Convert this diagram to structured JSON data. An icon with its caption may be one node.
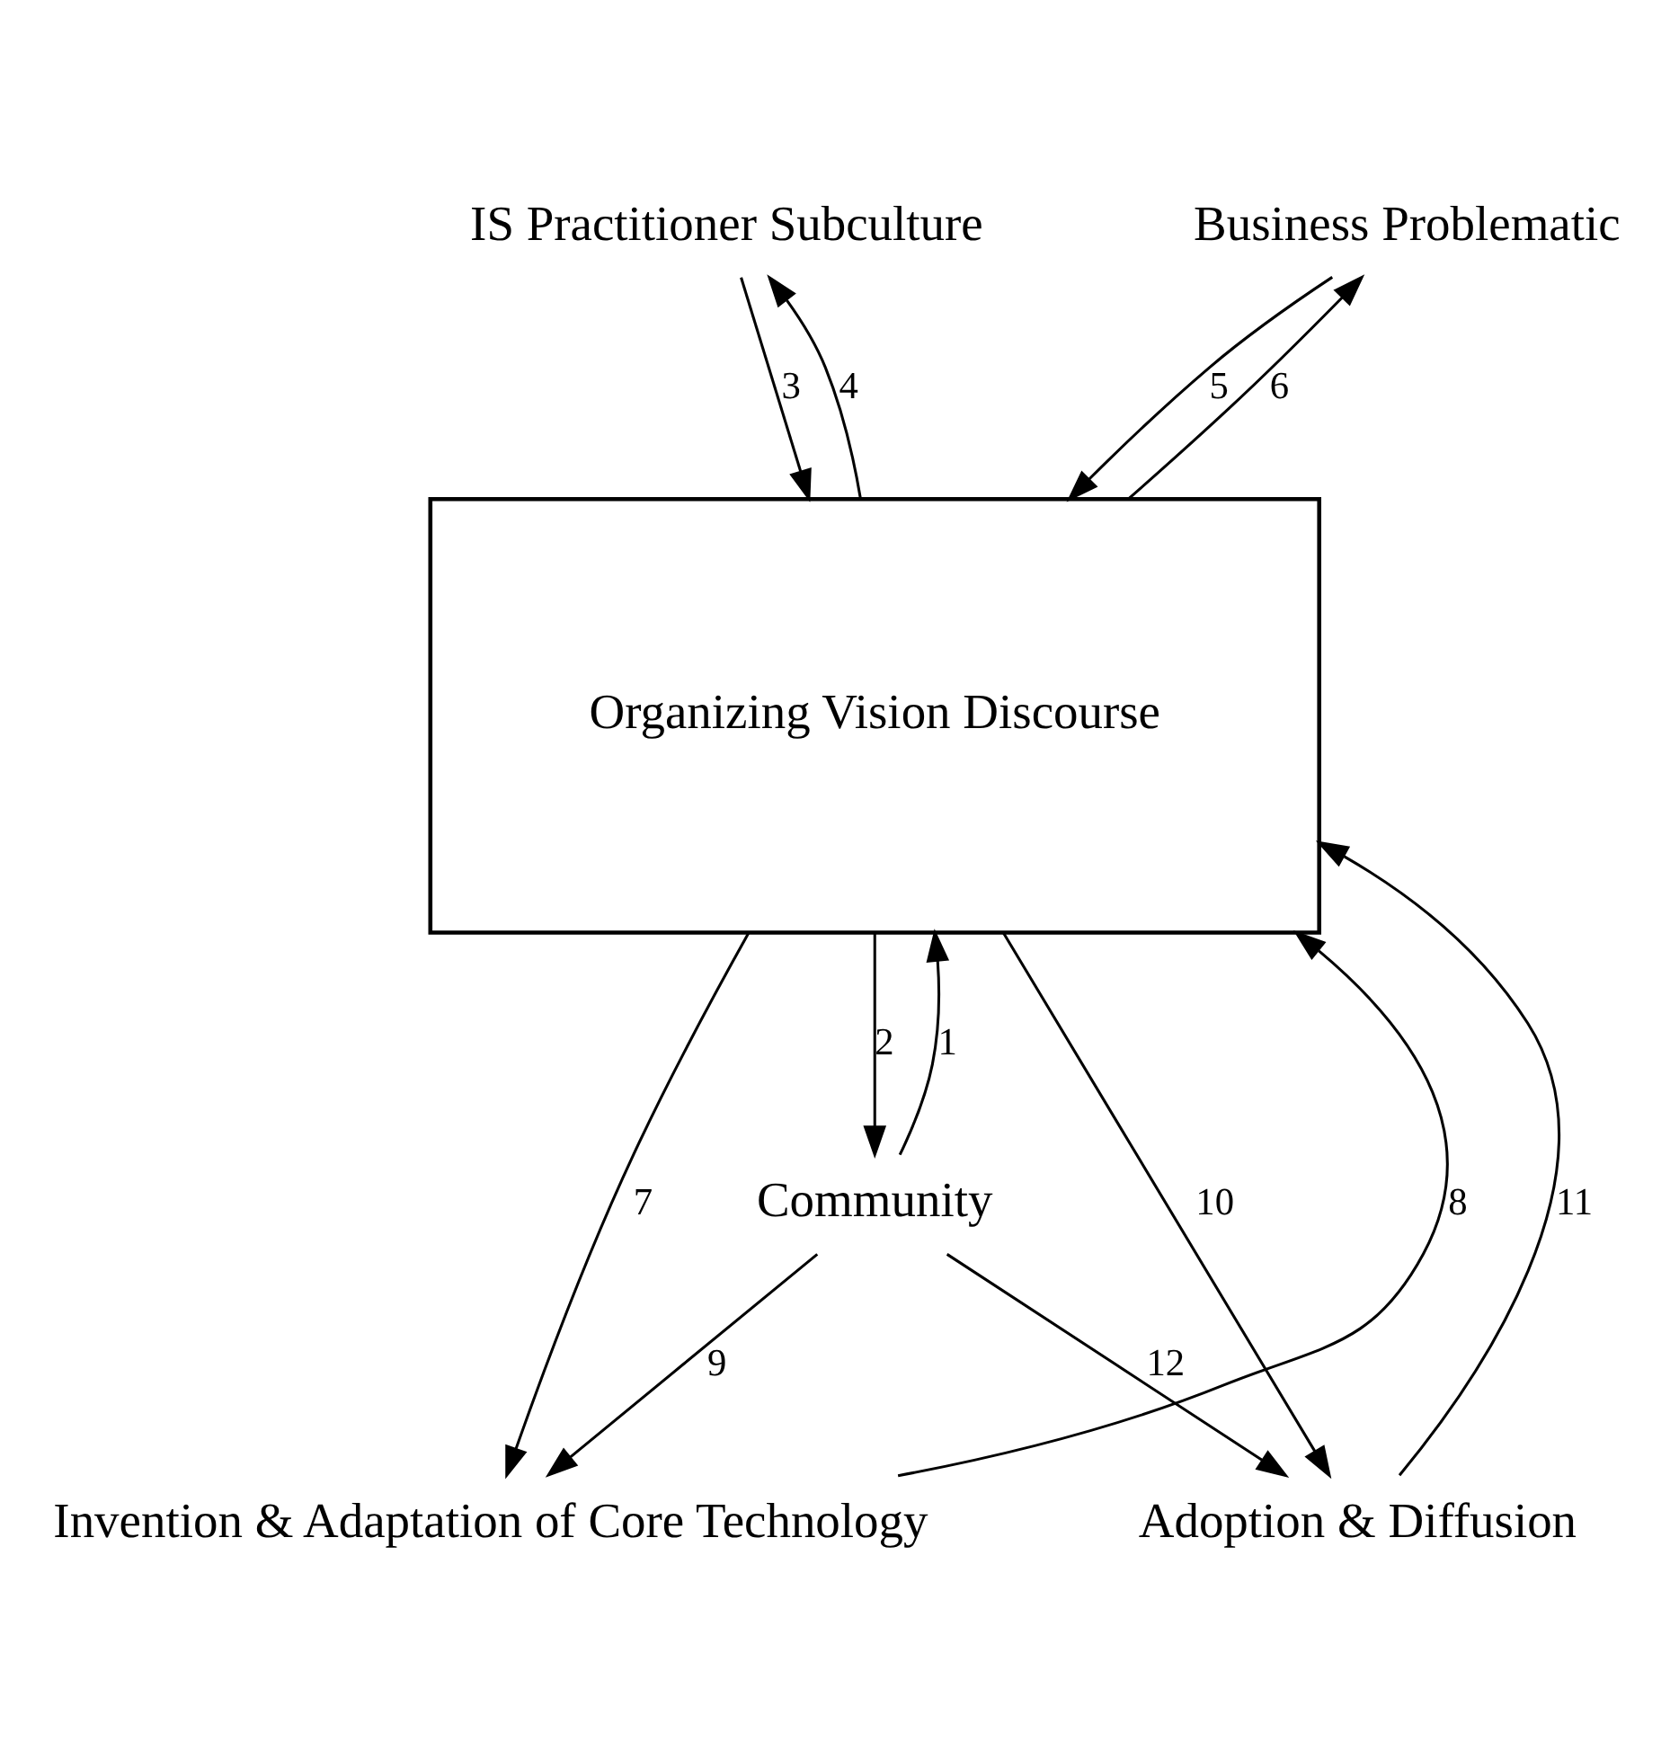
{
  "diagram": {
    "nodes": [
      {
        "text": [
          "IS Practitioner Subculture"
        ]
      },
      {
        "text": [
          "Business Problematic"
        ]
      },
      {
        "text": [
          "Organizing Vision Discourse"
        ]
      },
      {
        "text": [
          "Community"
        ]
      },
      {
        "text": [
          "Invention & Adaptation of Core Technology"
        ]
      },
      {
        "text": [
          "Adoption & Diffusion"
        ]
      }
    ],
    "edges": [
      {
        "from": 3,
        "to": 2,
        "arrow": "to",
        "label": "1"
      },
      {
        "from": 2,
        "to": 3,
        "arrow": "to",
        "label": "2"
      },
      {
        "from": 0,
        "to": 2,
        "arrow": "to",
        "label": "3"
      },
      {
        "from": 2,
        "to": 0,
        "arrow": "to",
        "label": "4"
      },
      {
        "from": 1,
        "to": 2,
        "arrow": "to",
        "label": "5"
      },
      {
        "from": 2,
        "to": 1,
        "arrow": "to",
        "label": "6"
      },
      {
        "from": 2,
        "to": 4,
        "arrow": "to",
        "label": "7"
      },
      {
        "from": 4,
        "to": 2,
        "arrow": "to",
        "label": "8"
      },
      {
        "from": 3,
        "to": 4,
        "arrow": "to",
        "label": "9"
      },
      {
        "from": 2,
        "to": 5,
        "arrow": "to",
        "label": "10"
      },
      {
        "from": 5,
        "to": 2,
        "arrow": "to",
        "label": "11"
      },
      {
        "from": 3,
        "to": 5,
        "arrow": "to",
        "label": "12"
      }
    ]
  }
}
